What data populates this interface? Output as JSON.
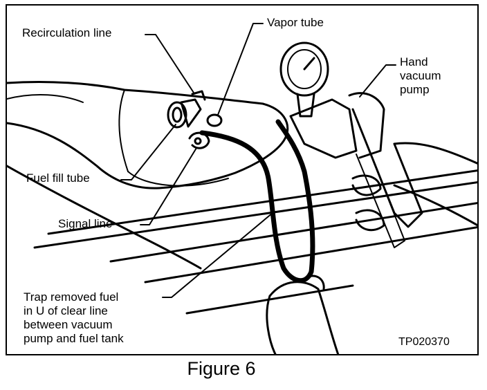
{
  "labels": {
    "recirculation_line": "Recirculation line",
    "vapor_tube": "Vapor tube",
    "hand_vacuum_pump": "Hand\nvacuum\npump",
    "fuel_fill_tube": "Fuel fill tube",
    "signal_line": "Signal line",
    "trap_note": "Trap removed fuel\nin U of clear line\nbetween vacuum\npump and fuel tank"
  },
  "figure_code": "TP020370",
  "caption": "Figure 6"
}
